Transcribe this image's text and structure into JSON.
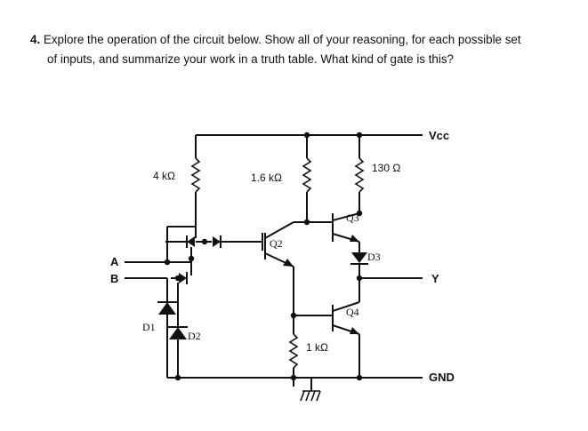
{
  "question": {
    "number": "4.",
    "line1": "Explore the operation of the circuit below. Show all of your reasoning, for each possible set",
    "line2": "of inputs, and summarize your work in a truth table. What kind of gate is this?"
  },
  "circuit": {
    "resistors": {
      "r1": "4 kΩ",
      "r2": "1.6 kΩ",
      "r3": "130 Ω",
      "r4": "1 kΩ"
    },
    "transistors": {
      "q2": "Q2",
      "q3": "Q3",
      "q4": "Q4"
    },
    "diodes": {
      "d1": "D1",
      "d2": "D2",
      "d3": "D3"
    },
    "inputs": {
      "a": "A",
      "b": "B"
    },
    "output": "Y",
    "supply": "Vcc",
    "ground": "GND"
  }
}
